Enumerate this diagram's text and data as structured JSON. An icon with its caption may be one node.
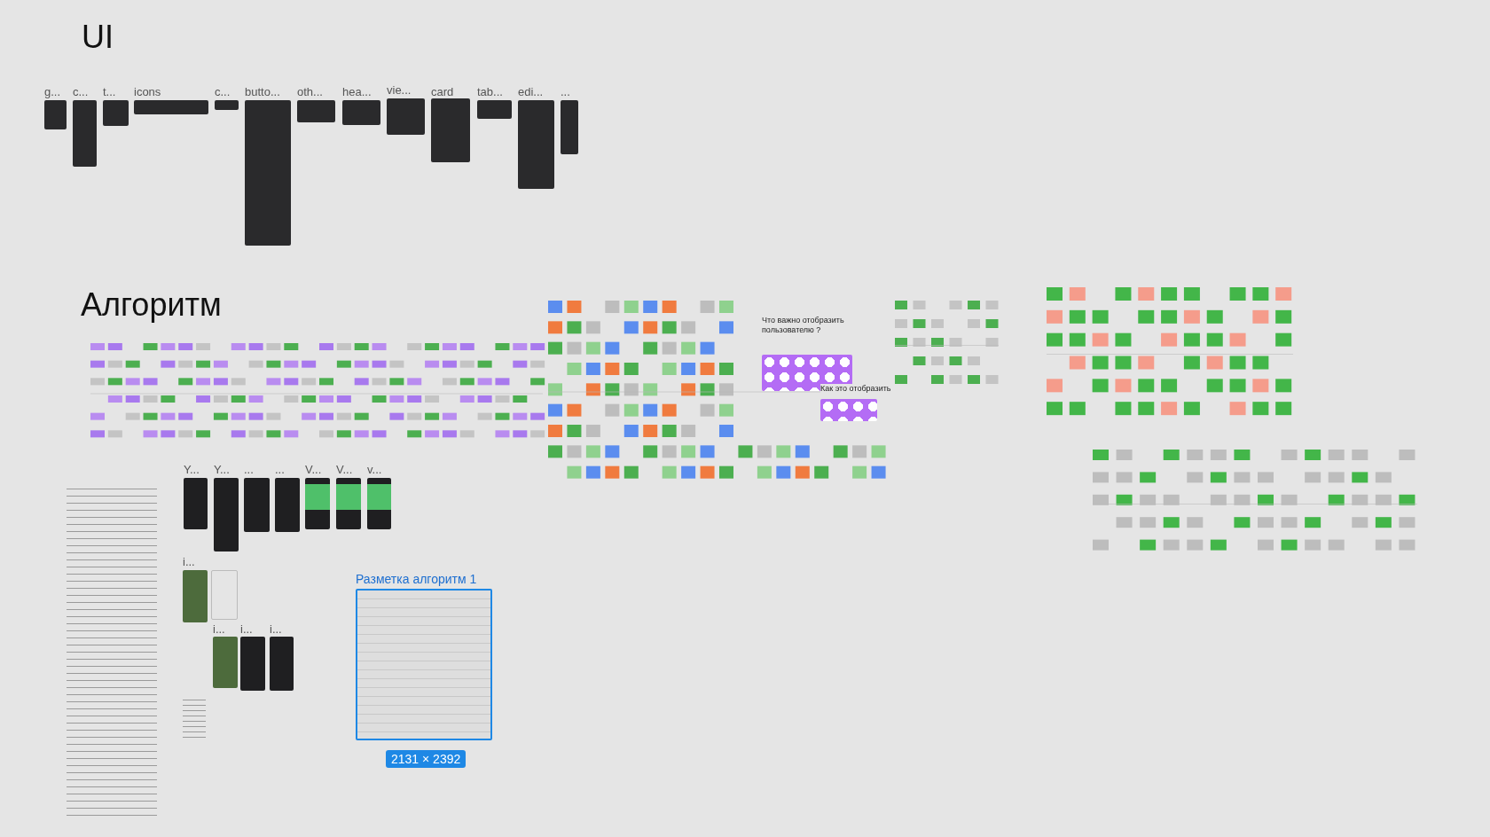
{
  "diagram": {
    "nodes": [
      {
        "text": [
          "g..."
        ]
      },
      {
        "text": [
          "c..."
        ]
      },
      {
        "text": [
          "t..."
        ]
      },
      {
        "text": [
          "icons"
        ]
      },
      {
        "text": [
          "c..."
        ]
      },
      {
        "text": [
          "butto..."
        ]
      },
      {
        "text": [
          "oth..."
        ]
      },
      {
        "text": [
          "hea..."
        ]
      },
      {
        "text": [
          "vie..."
        ]
      },
      {
        "text": [
          "card"
        ]
      },
      {
        "text": [
          "tab..."
        ]
      },
      {
        "text": [
          "edi..."
        ]
      },
      {
        "text": [
          "..."
        ]
      },
      {
        "text": [
          "Y..."
        ]
      },
      {
        "text": [
          "Y..."
        ]
      },
      {
        "text": [
          "..."
        ]
      },
      {
        "text": [
          "..."
        ]
      },
      {
        "text": [
          "V..."
        ]
      },
      {
        "text": [
          "V..."
        ]
      },
      {
        "text": [
          "v..."
        ]
      },
      {
        "text": [
          "i..."
        ]
      },
      {
        "text": [],
        "shape": "box"
      },
      {
        "text": [
          "i..."
        ]
      },
      {
        "text": [
          "i..."
        ]
      },
      {
        "text": [
          "i..."
        ]
      },
      {
        "text": [
          "Разметка алгоритм 1"
        ]
      },
      {
        "text": [
          "Что важно отобразить пользователю ?"
        ]
      },
      {
        "text": [
          "Как это отобразить"
        ]
      }
    ],
    "labels": [
      "UI",
      "Алгоритм",
      "2131 × 2392"
    ]
  }
}
